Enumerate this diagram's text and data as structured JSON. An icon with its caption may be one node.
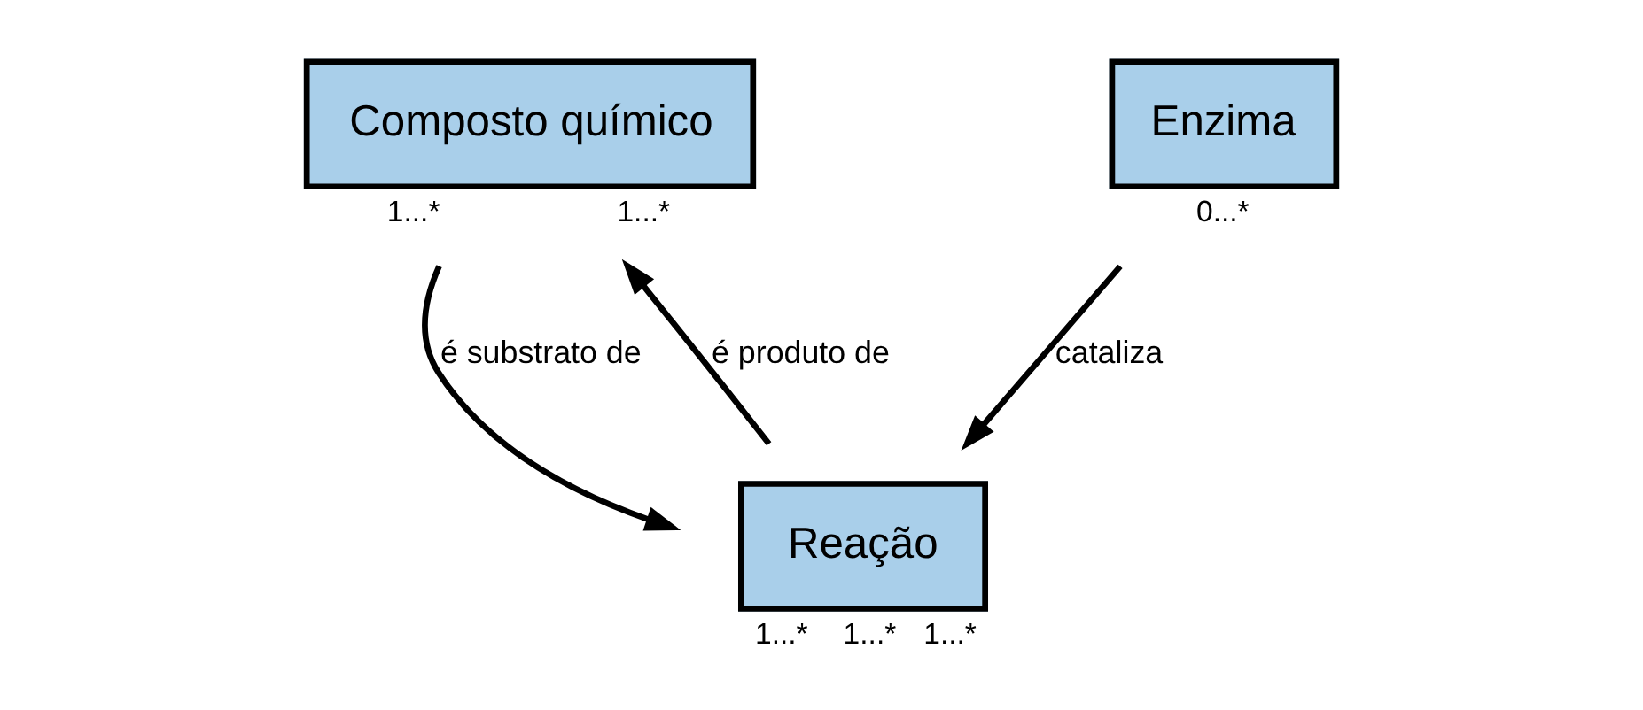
{
  "diagram": {
    "nodes": [
      {
        "text": [
          "Composto químico"
        ],
        "beside": [
          "1...*",
          "1...*"
        ]
      },
      {
        "text": [
          "Enzima"
        ],
        "beside": [
          "0...*"
        ]
      },
      {
        "text": [
          "Reação"
        ],
        "beside": [
          "1...*",
          "1...*",
          "1...*"
        ]
      }
    ],
    "edges": [
      {
        "from": 2,
        "to": 0,
        "arrow": "to",
        "label": "é produto de"
      },
      {
        "from": 0,
        "to": 2,
        "arrow": "to",
        "label": "é substrato de"
      },
      {
        "from": 1,
        "to": 2,
        "arrow": "to",
        "label": "cataliza"
      }
    ]
  }
}
